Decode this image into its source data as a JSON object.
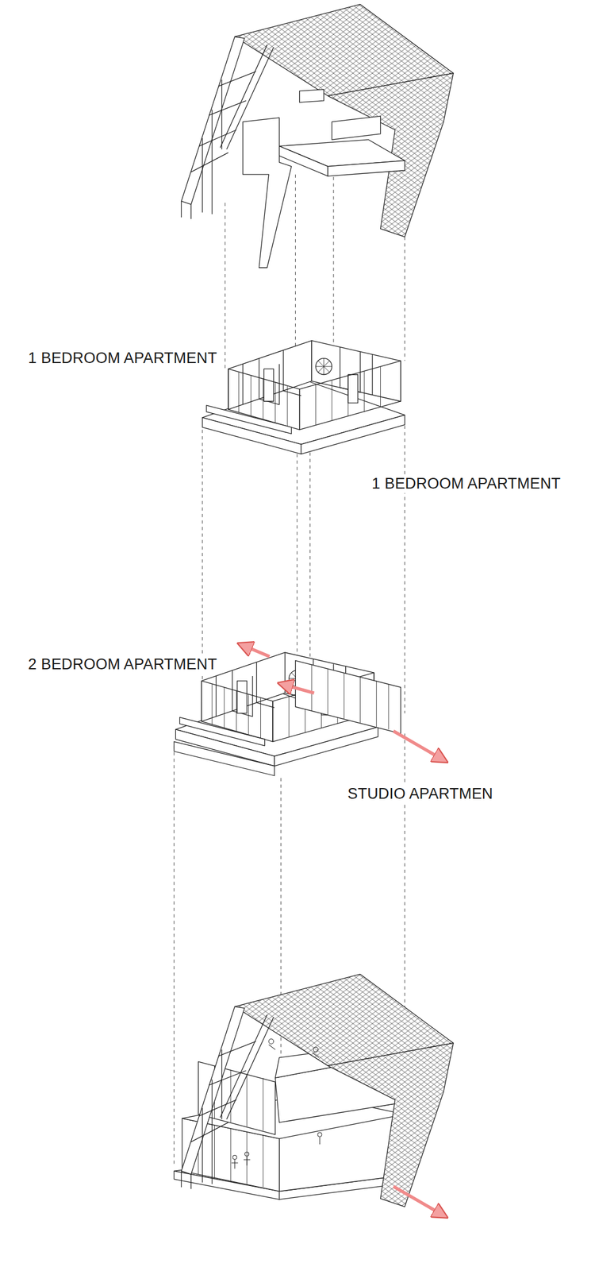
{
  "diagram": {
    "labels": [
      "1 BEDROOM APARTMENT",
      "1 BEDROOM APARTMENT",
      "2 BEDROOM APARTMENT",
      "STUDIO APARTMEN"
    ]
  }
}
